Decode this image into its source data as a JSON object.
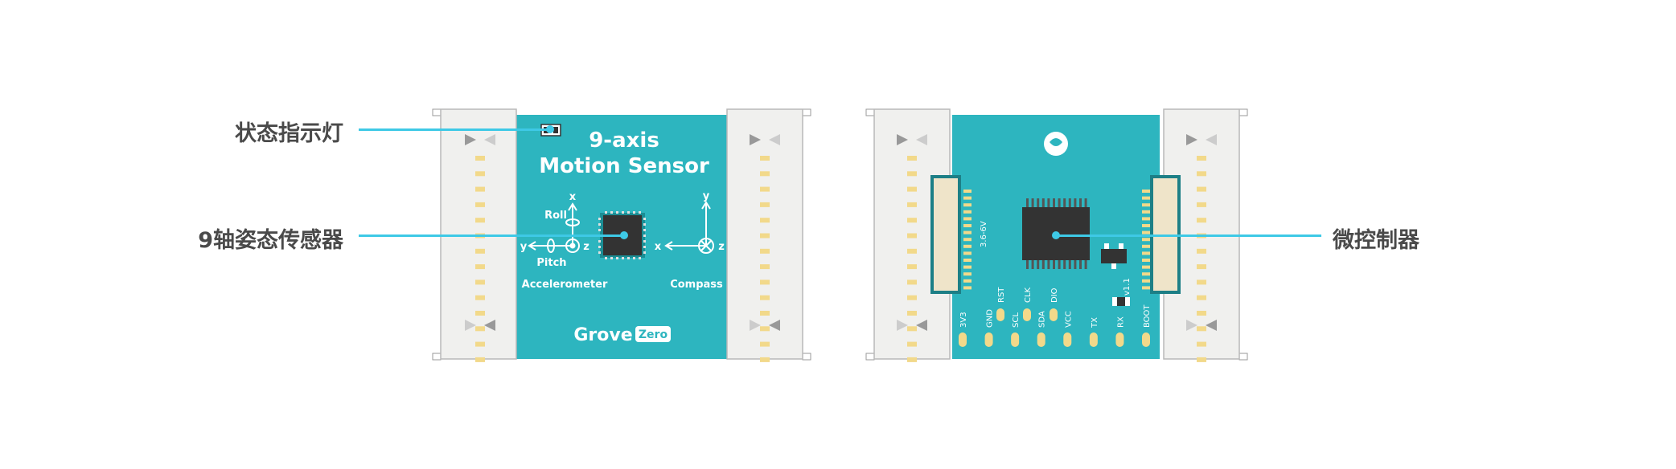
{
  "callouts": {
    "status_led": "状态指示灯",
    "axis_sensor": "9轴姿态传感器",
    "mcu": "微控制器"
  },
  "front_board": {
    "title_line1": "9-axis",
    "title_line2": "Motion Sensor",
    "roll": "Roll",
    "pitch": "Pitch",
    "accelerometer": "Accelerometer",
    "compass": "Compass",
    "axis_x_left": "x",
    "axis_y_left": "y",
    "axis_z_left": "z",
    "axis_y_right": "y",
    "axis_x_right": "x",
    "axis_z_right": "z",
    "brand": "Grove",
    "brand_badge": "Zero"
  },
  "back_board": {
    "voltage": "3.6-6V",
    "version": "v1.1",
    "pins_top": [
      "RST",
      "CLK",
      "DIO"
    ],
    "pins_bottom": [
      "3V3",
      "GND",
      "SCL",
      "SDA",
      "VCC",
      "TX",
      "RX",
      "BOOT"
    ]
  },
  "colors": {
    "pcb": "#2db5bf",
    "connector": "#f0f0ee",
    "accent": "#3ec9e6",
    "chip": "#333333",
    "pad": "#f2d98a"
  }
}
